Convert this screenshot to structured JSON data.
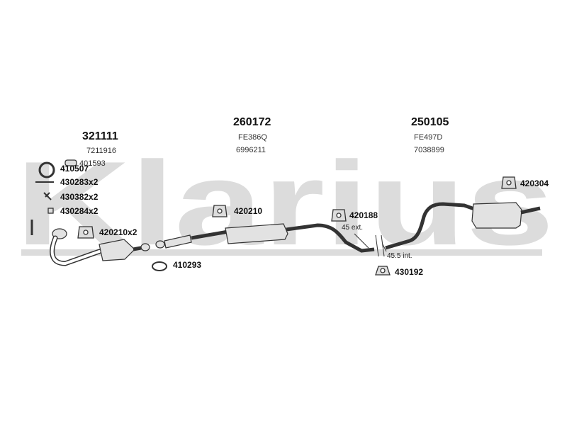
{
  "watermark": {
    "text": "Klarius"
  },
  "sections": [
    {
      "part": "321111",
      "ref": "7211916"
    },
    {
      "part": "260172",
      "ref1": "FE386Q",
      "ref2": "6996211"
    },
    {
      "part": "250105",
      "ref1": "FE497D",
      "ref2": "7038899"
    }
  ],
  "parts": {
    "p410507": "410507",
    "p401593": "401593",
    "p430283": "430283x2",
    "p430382": "430382x2",
    "p430284": "430284x2",
    "p420210x2": "420210x2",
    "p410293": "410293",
    "p420210": "420210",
    "p420188": "420188",
    "p430192": "430192",
    "p420304": "420304"
  },
  "notes": {
    "ext": "45 ext.",
    "int": "45.5 int."
  },
  "colors": {
    "watermark": "#dcdcdc",
    "line": "#333333",
    "fill": "#e2e2e2"
  }
}
